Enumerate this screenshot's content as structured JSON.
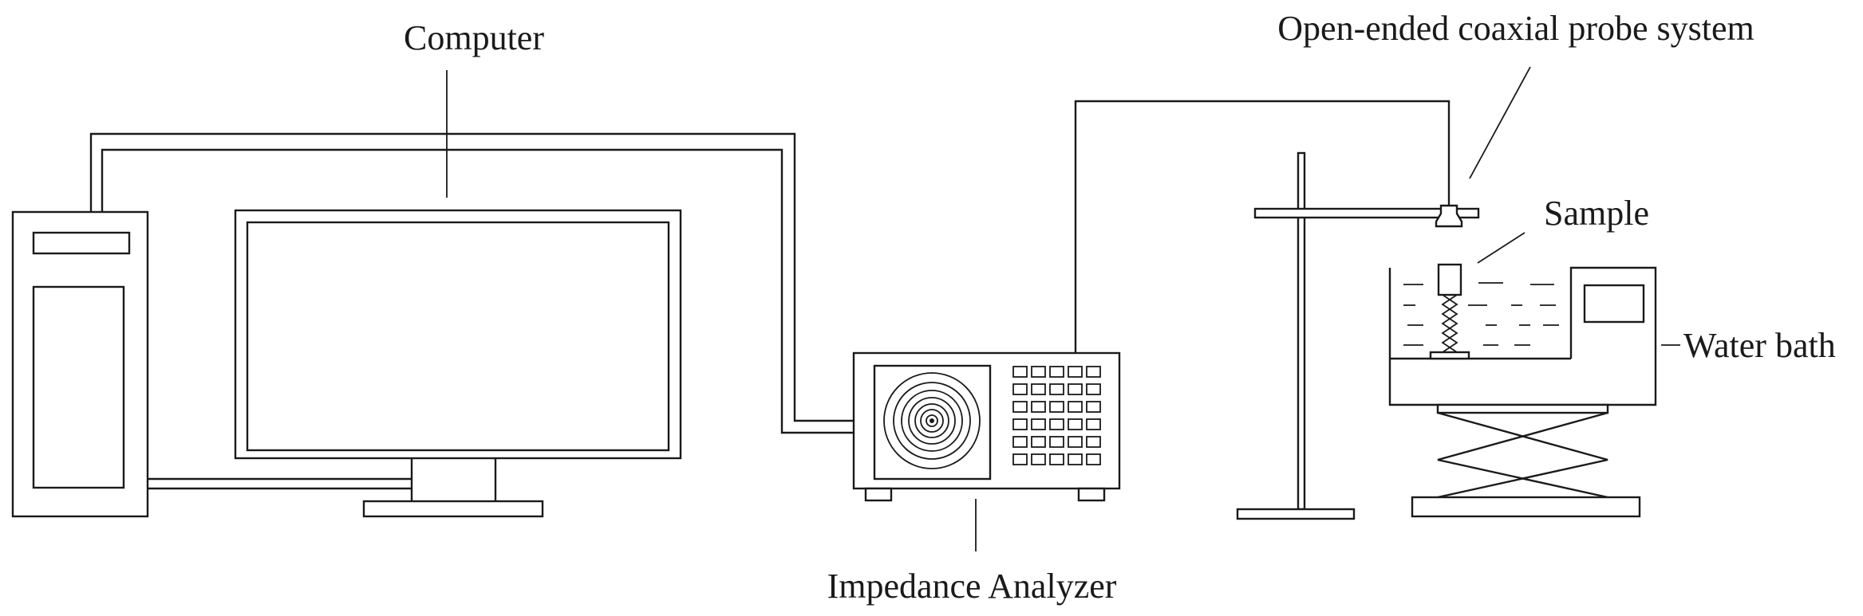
{
  "labels": {
    "computer": "Computer",
    "probe": "Open-ended coaxial probe system",
    "sample": "Sample",
    "water_bath": "Water bath",
    "analyzer": "Impedance Analyzer"
  },
  "colors": {
    "stroke": "#1a1a1a",
    "background": "#ffffff"
  }
}
